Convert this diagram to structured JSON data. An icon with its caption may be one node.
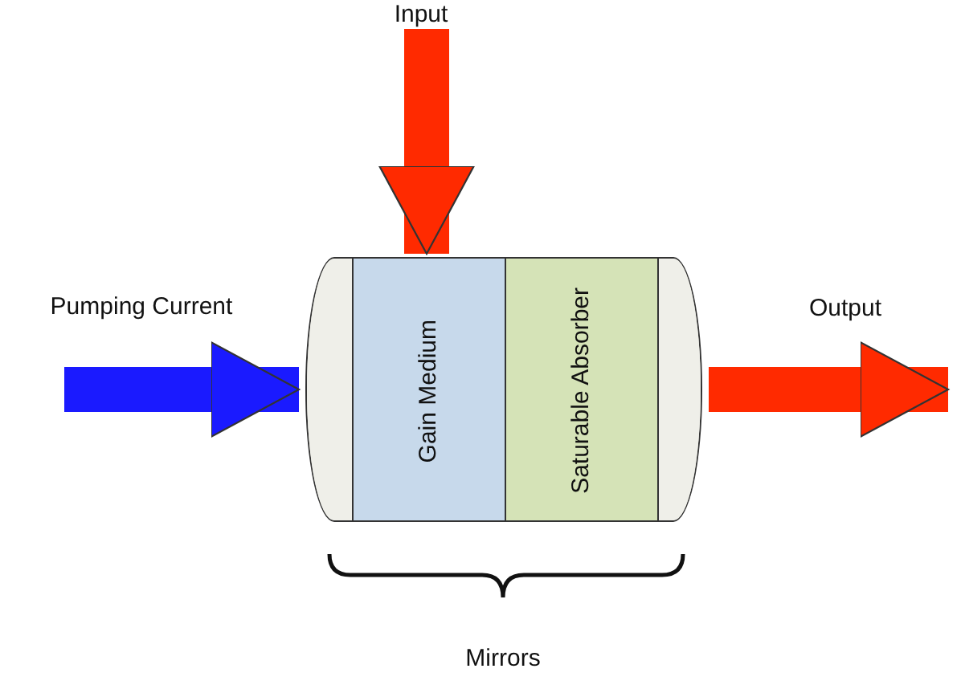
{
  "diagram": {
    "nodes": [
      {
        "text": [],
        "shape": "cylinder"
      },
      {
        "text": [],
        "shape": "box",
        "in": 0
      },
      {
        "text": [
          "Gain Medium"
        ],
        "in": 0
      },
      {
        "text": [
          "Saturable Absorber"
        ],
        "in": 0
      },
      {
        "text": [],
        "shape": "box",
        "in": 0
      }
    ],
    "edges": [
      {
        "from": null,
        "to": 2,
        "arrow": "to",
        "label": "Input"
      },
      {
        "from": null,
        "to": 1,
        "arrow": "to",
        "label": "Pumping Current",
        "color": "#1a1aff"
      },
      {
        "from": 4,
        "to": null,
        "arrow": "to",
        "label": "Output"
      }
    ],
    "labels": [
      "Mirrors"
    ]
  }
}
